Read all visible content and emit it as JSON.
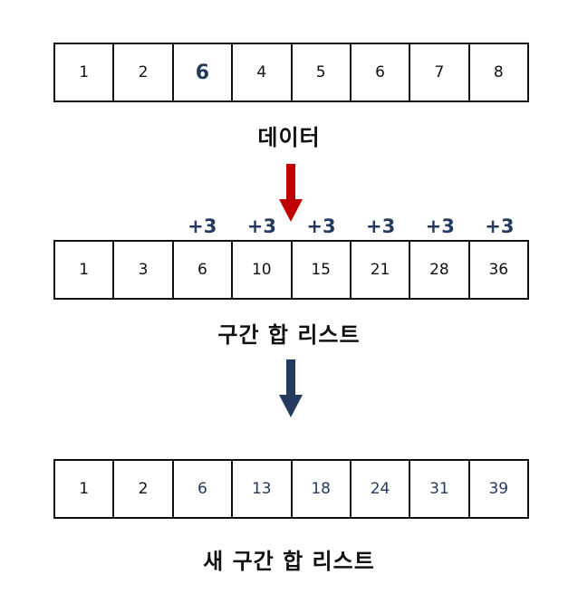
{
  "rows": [
    {
      "cells": [
        {
          "text": "1",
          "style": "normal"
        },
        {
          "text": "2",
          "style": "normal"
        },
        {
          "text": "6",
          "style": "highlight-big"
        },
        {
          "text": "4",
          "style": "normal"
        },
        {
          "text": "5",
          "style": "normal"
        },
        {
          "text": "6",
          "style": "normal"
        },
        {
          "text": "7",
          "style": "normal"
        },
        {
          "text": "8",
          "style": "normal"
        }
      ],
      "caption": "데이터"
    },
    {
      "cells": [
        {
          "text": "1",
          "style": "normal"
        },
        {
          "text": "3",
          "style": "normal"
        },
        {
          "text": "6",
          "style": "normal"
        },
        {
          "text": "10",
          "style": "normal"
        },
        {
          "text": "15",
          "style": "normal"
        },
        {
          "text": "21",
          "style": "normal"
        },
        {
          "text": "28",
          "style": "normal"
        },
        {
          "text": "36",
          "style": "normal"
        }
      ],
      "caption": "구간 합 리스트",
      "increments": [
        "",
        "",
        "+3",
        "+3",
        "+3",
        "+3",
        "+3",
        "+3"
      ]
    },
    {
      "cells": [
        {
          "text": "1",
          "style": "normal"
        },
        {
          "text": "2",
          "style": "normal"
        },
        {
          "text": "6",
          "style": "highlight"
        },
        {
          "text": "13",
          "style": "highlight"
        },
        {
          "text": "18",
          "style": "highlight"
        },
        {
          "text": "24",
          "style": "highlight"
        },
        {
          "text": "31",
          "style": "highlight"
        },
        {
          "text": "39",
          "style": "highlight"
        }
      ],
      "caption": "새 구간 합 리스트"
    }
  ],
  "colors": {
    "red_arrow": "#c00000",
    "navy_arrow": "#243a5e",
    "highlight_text": "#243a5e",
    "border": "#111111"
  }
}
